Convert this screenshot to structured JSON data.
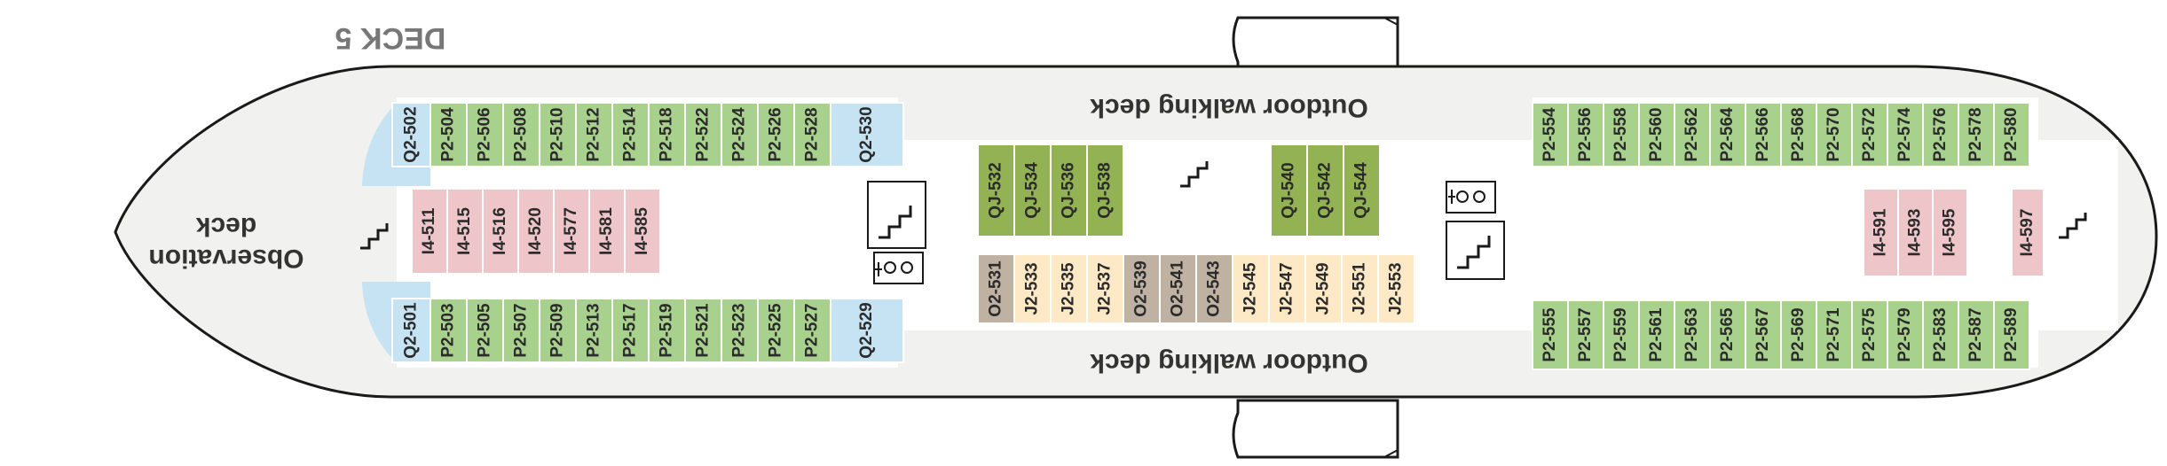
{
  "deck_title": "DECK 5",
  "labels": {
    "observation": [
      "Observation",
      "deck"
    ],
    "walk_top": "Outdoor walking deck",
    "walk_bottom": "Outdoor walking deck"
  },
  "colors": {
    "P2": "#a9d18e",
    "Q2": "#c5e3f2",
    "I4": "#eec6c9",
    "QJ": "#92b253",
    "J2": "#fde9c5",
    "O2": "#bfb2a3",
    "hull": "#f1f2f0",
    "outline": "#1a1a1a"
  },
  "blocks": [
    {
      "id": "top-left-cabins",
      "cells": [
        [
          "P2-504",
          "P2"
        ],
        [
          "P2-506",
          "P2"
        ],
        [
          "P2-508",
          "P2"
        ],
        [
          "P2-510",
          "P2"
        ],
        [
          "P2-512",
          "P2"
        ],
        [
          "P2-514",
          "P2"
        ],
        [
          "P2-518",
          "P2"
        ],
        [
          "P2-522",
          "P2"
        ],
        [
          "P2-524",
          "P2"
        ],
        [
          "P2-526",
          "P2"
        ],
        [
          "P2-528",
          "P2"
        ],
        [
          "Q2-530",
          "Q2"
        ]
      ]
    },
    {
      "id": "bottom-left-cabins",
      "cells": [
        [
          "P2-503",
          "P2"
        ],
        [
          "P2-505",
          "P2"
        ],
        [
          "P2-507",
          "P2"
        ],
        [
          "P2-509",
          "P2"
        ],
        [
          "P2-513",
          "P2"
        ],
        [
          "P2-517",
          "P2"
        ],
        [
          "P2-519",
          "P2"
        ],
        [
          "P2-521",
          "P2"
        ],
        [
          "P2-523",
          "P2"
        ],
        [
          "P2-525",
          "P2"
        ],
        [
          "P2-527",
          "P2"
        ],
        [
          "Q2-529",
          "Q2"
        ]
      ]
    },
    {
      "id": "mid-left-i4",
      "cells": [
        [
          "I4-511",
          "I4"
        ],
        [
          "I4-515",
          "I4"
        ],
        [
          "I4-516",
          "I4"
        ],
        [
          "I4-520",
          "I4"
        ],
        [
          "I4-577",
          "I4"
        ],
        [
          "I4-581",
          "I4"
        ],
        [
          "I4-585",
          "I4"
        ]
      ]
    },
    {
      "id": "qj-group-1",
      "cells": [
        [
          "QJ-532",
          "QJ"
        ],
        [
          "QJ-534",
          "QJ"
        ],
        [
          "QJ-536",
          "QJ"
        ],
        [
          "QJ-538",
          "QJ"
        ]
      ]
    },
    {
      "id": "qj-group-2",
      "cells": [
        [
          "QJ-540",
          "QJ"
        ],
        [
          "QJ-542",
          "QJ"
        ],
        [
          "QJ-544",
          "QJ"
        ]
      ]
    },
    {
      "id": "center-row",
      "cells": [
        [
          "O2-531",
          "O2"
        ],
        [
          "J2-533",
          "J2"
        ],
        [
          "J2-535",
          "J2"
        ],
        [
          "J2-537",
          "J2"
        ],
        [
          "O2-539",
          "O2"
        ],
        [
          "O2-541",
          "O2"
        ],
        [
          "O2-543",
          "O2"
        ],
        [
          "J2-545",
          "J2"
        ],
        [
          "J2-547",
          "J2"
        ],
        [
          "J2-549",
          "J2"
        ],
        [
          "J2-551",
          "J2"
        ],
        [
          "J2-553",
          "J2"
        ]
      ]
    },
    {
      "id": "top-right-cabins",
      "cells": [
        [
          "P2-554",
          "P2"
        ],
        [
          "P2-556",
          "P2"
        ],
        [
          "P2-558",
          "P2"
        ],
        [
          "P2-560",
          "P2"
        ],
        [
          "P2-562",
          "P2"
        ],
        [
          "P2-564",
          "P2"
        ],
        [
          "P2-566",
          "P2"
        ],
        [
          "P2-568",
          "P2"
        ],
        [
          "P2-570",
          "P2"
        ],
        [
          "P2-572",
          "P2"
        ],
        [
          "P2-574",
          "P2"
        ],
        [
          "P2-576",
          "P2"
        ],
        [
          "P2-578",
          "P2"
        ],
        [
          "P2-580",
          "P2"
        ]
      ]
    },
    {
      "id": "bottom-right-cabins",
      "cells": [
        [
          "P2-555",
          "P2"
        ],
        [
          "P2-557",
          "P2"
        ],
        [
          "P2-559",
          "P2"
        ],
        [
          "P2-561",
          "P2"
        ],
        [
          "P2-563",
          "P2"
        ],
        [
          "P2-565",
          "P2"
        ],
        [
          "P2-567",
          "P2"
        ],
        [
          "P2-569",
          "P2"
        ],
        [
          "P2-571",
          "P2"
        ],
        [
          "P2-575",
          "P2"
        ],
        [
          "P2-579",
          "P2"
        ],
        [
          "P2-583",
          "P2"
        ],
        [
          "P2-587",
          "P2"
        ],
        [
          "P2-589",
          "P2"
        ]
      ]
    },
    {
      "id": "right-i4-group",
      "cells": [
        [
          "I4-591",
          "I4"
        ],
        [
          "I4-593",
          "I4"
        ],
        [
          "I4-595",
          "I4"
        ]
      ]
    },
    {
      "id": "right-i4-single",
      "cells": [
        [
          "I4-597",
          "I4"
        ]
      ]
    },
    {
      "id": "corner-top-q2",
      "cells": [
        [
          "Q2-502",
          "Q2"
        ]
      ]
    },
    {
      "id": "corner-bottom-q2",
      "cells": [
        [
          "Q2-501",
          "Q2"
        ]
      ]
    }
  ],
  "icons": [
    "stairs-icon",
    "elevator-icon",
    "lifeboat-icon"
  ]
}
